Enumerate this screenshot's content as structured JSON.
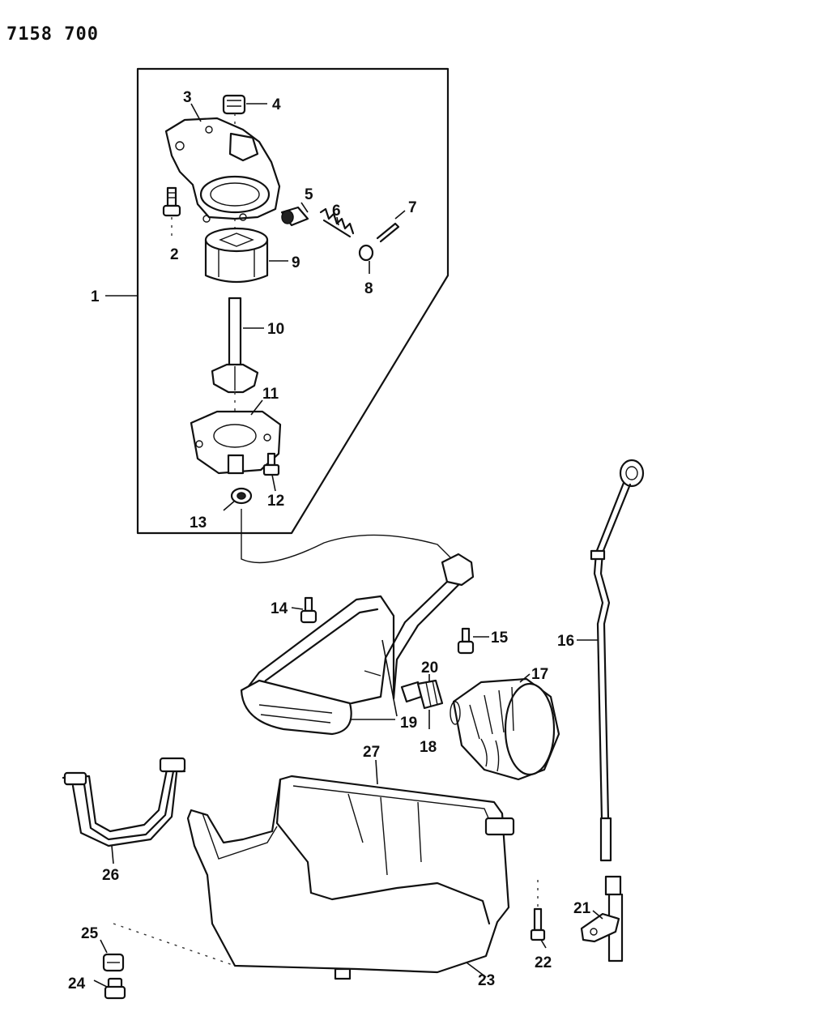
{
  "diagram_code": "7158 700",
  "callouts": {
    "c1": "1",
    "c2": "2",
    "c3": "3",
    "c4": "4",
    "c5": "5",
    "c6": "6",
    "c7": "7",
    "c8": "8",
    "c9": "9",
    "c10": "10",
    "c11": "11",
    "c12": "12",
    "c13": "13",
    "c14": "14",
    "c15": "15",
    "c16": "16",
    "c17": "17",
    "c18": "18",
    "c19": "19",
    "c20": "20",
    "c21": "21",
    "c22": "22",
    "c23": "23",
    "c24": "24",
    "c25": "25",
    "c26": "26",
    "c27": "27"
  }
}
